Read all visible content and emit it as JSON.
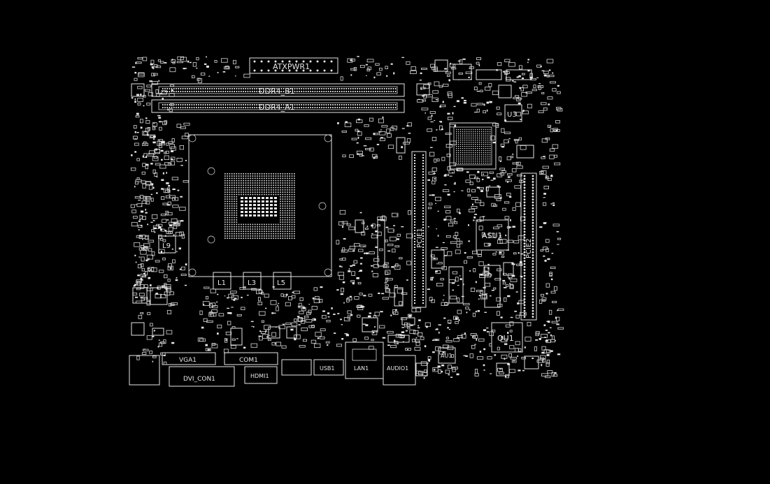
{
  "labels": {
    "atxpwr": "ATXPWR1",
    "ddr_b": "DDR4_B1",
    "ddr_a": "DDR4_A1",
    "u3": "U3",
    "asu1": "ASU1",
    "ou1": "OU1",
    "au1": "AU1",
    "l1": "L1",
    "l3": "L3",
    "l5": "L5",
    "l9": "L9",
    "pcie1": "PCIE1",
    "pcie2": "PCIE2",
    "vga": "VGA1",
    "dvi": "DVI_CON1",
    "hdmi": "HDMI1",
    "lan": "LAN1",
    "audio": "AUDIO1",
    "com": "COM1",
    "usb": "USB1"
  }
}
